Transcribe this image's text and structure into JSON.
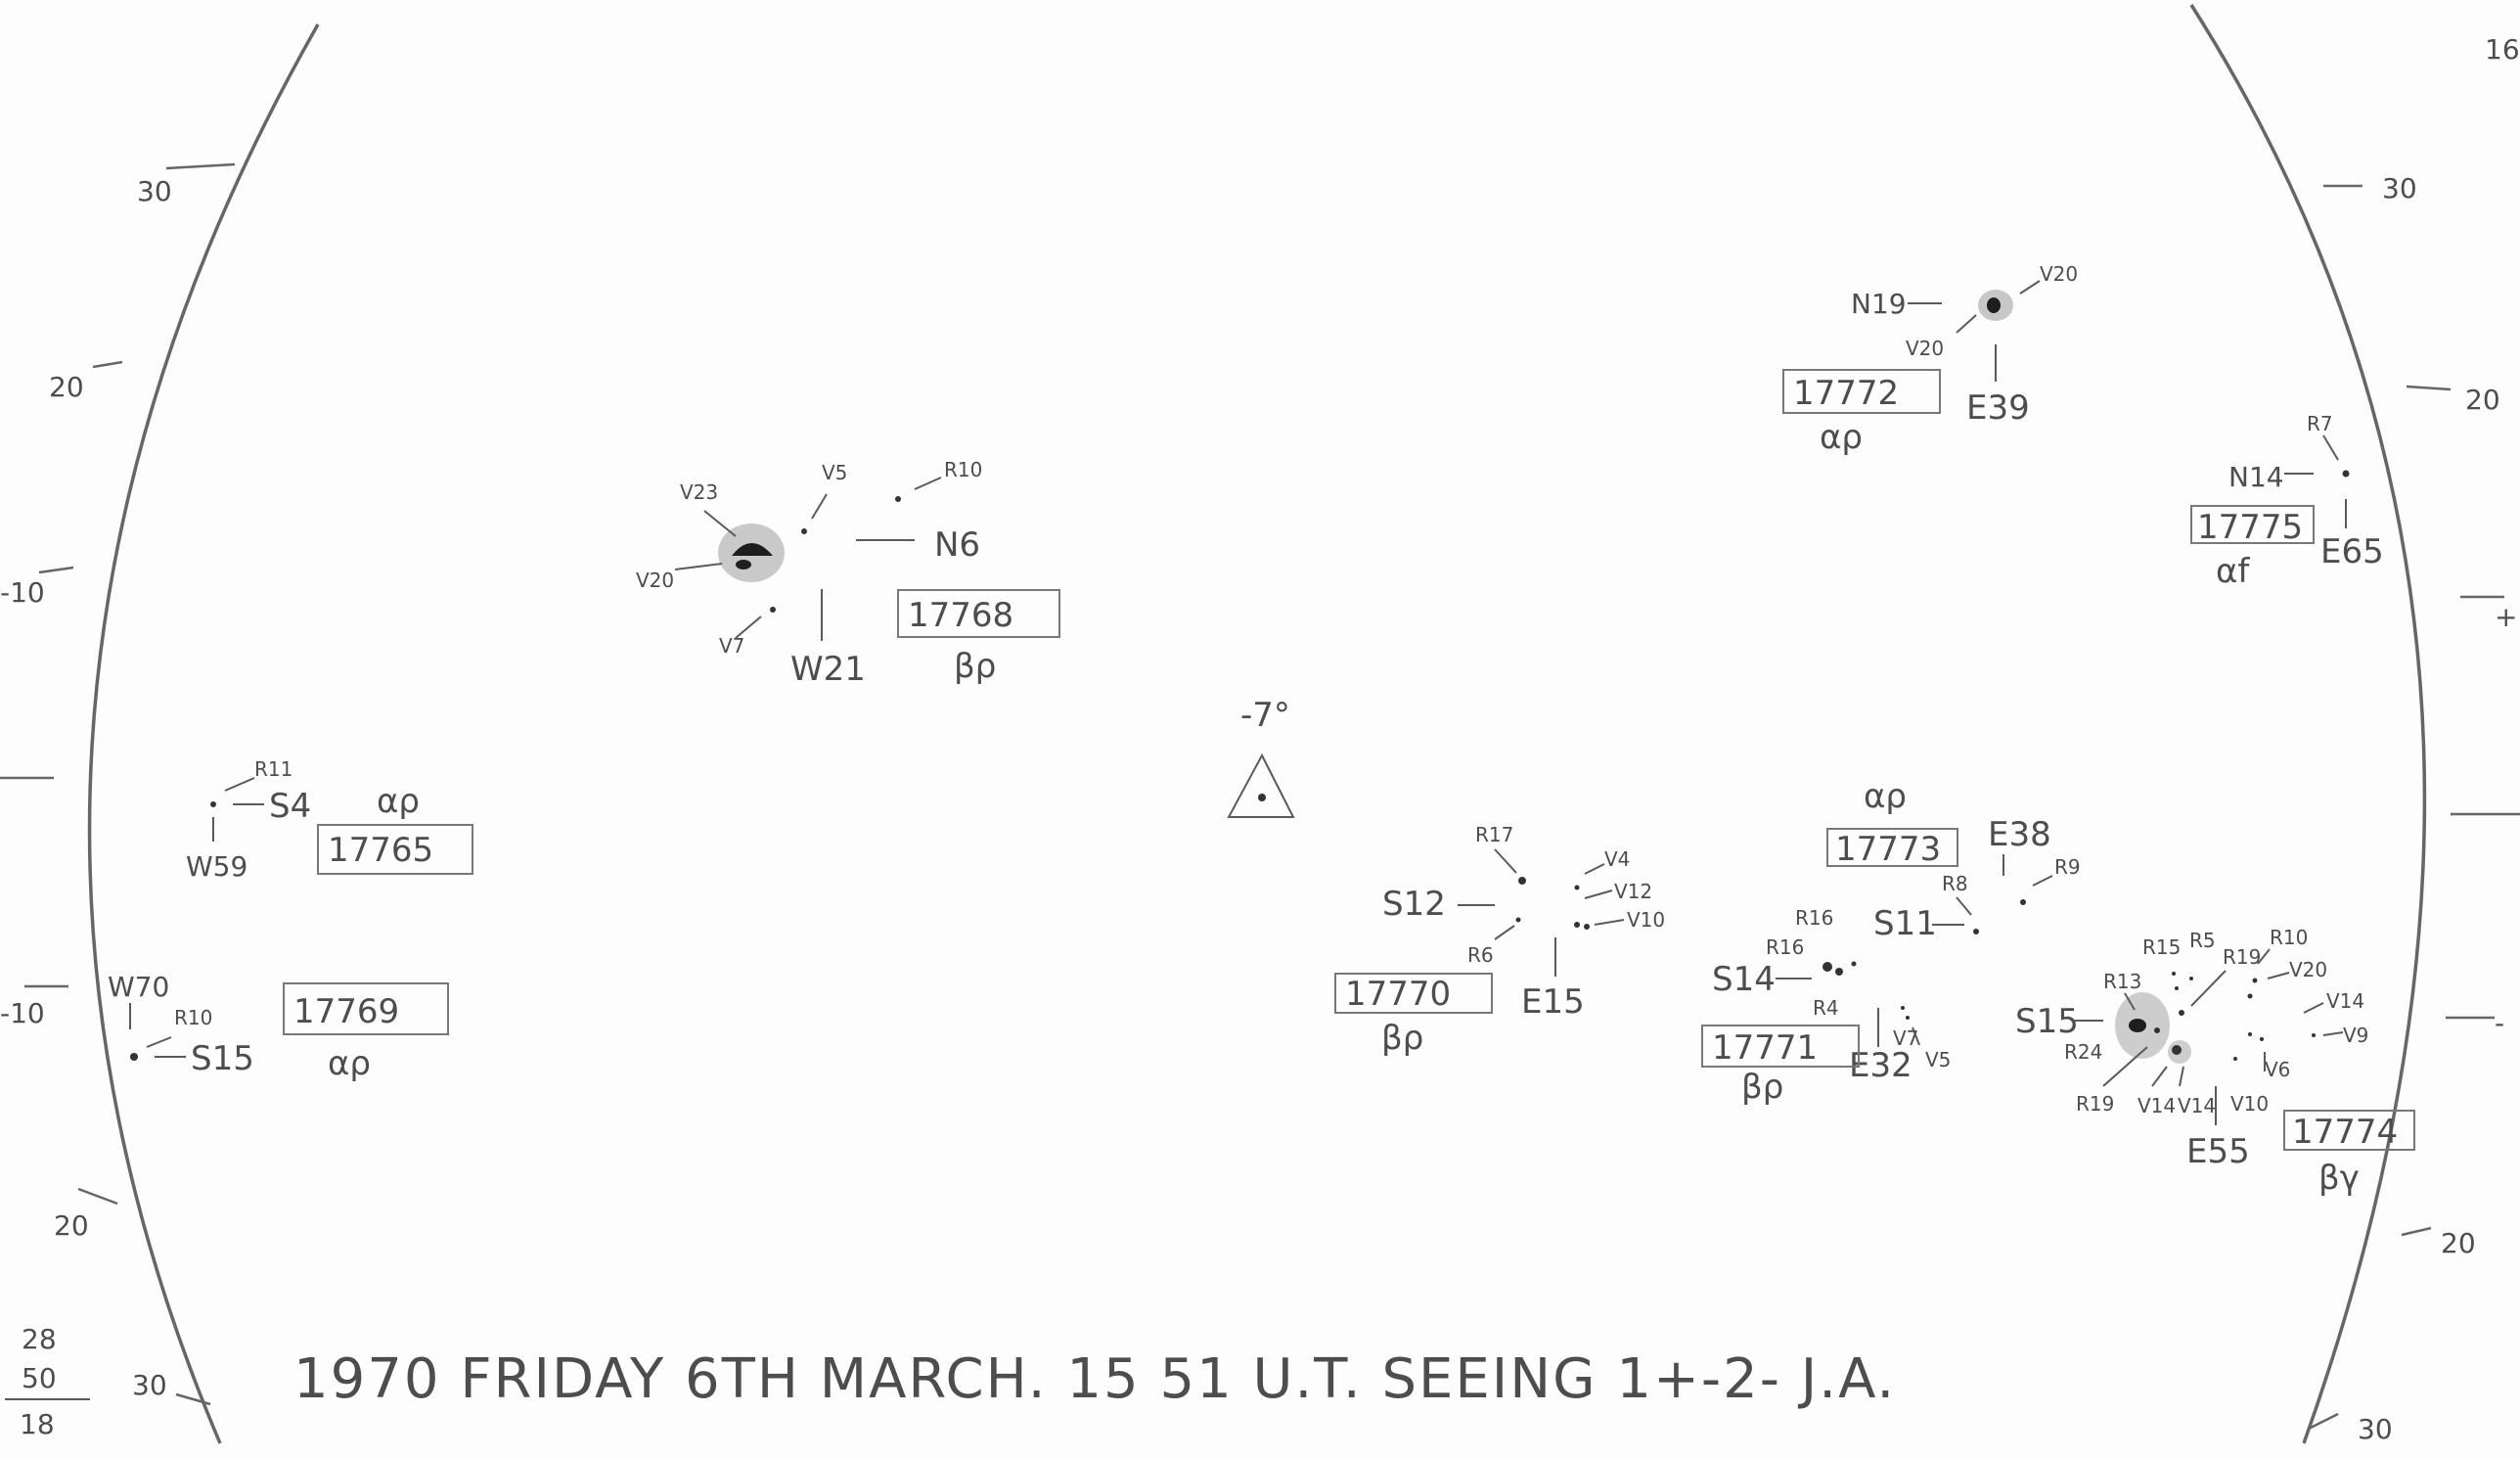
{
  "limb_left_labels": {
    "t1": "30",
    "t2": "20",
    "t3": "-10",
    "t4": "-10",
    "t5": "20",
    "t6": "30"
  },
  "limb_right_labels": {
    "t0": "16",
    "t1": "30",
    "t2": "20",
    "t3": "+",
    "t4": "-",
    "t5": "20",
    "t6": "30"
  },
  "center": {
    "latitude": "-7°"
  },
  "corner_fraction": {
    "top": "28",
    "middle": "50",
    "bottom": "18"
  },
  "footer": {
    "caption": "1970 FRIDAY 6TH MARCH. 15 51 U.T. SEEING 1+-2- J.A."
  },
  "regions": {
    "r17765": {
      "number": "17765",
      "class": "αρ",
      "lat": "S4",
      "lon": "W59",
      "spots": [
        "R11"
      ]
    },
    "r17768": {
      "number": "17768",
      "class": "βρ",
      "lat": "N6",
      "lon": "W21",
      "spots": [
        "V23",
        "V5",
        "R10",
        "V20",
        "V7"
      ]
    },
    "r17769": {
      "number": "17769",
      "class": "αρ",
      "lat": "S15",
      "lon": "W70",
      "spots": [
        "R10"
      ]
    },
    "r17770": {
      "number": "17770",
      "class": "βρ",
      "lat": "S12",
      "lon": "E15",
      "spots": [
        "R17",
        "V4",
        "V12",
        "V10",
        "R6"
      ]
    },
    "r17771": {
      "number": "17771",
      "class": "βρ",
      "lat": "S14",
      "lon": "E32",
      "spots": [
        "R16",
        "R16",
        "R4",
        "V7",
        "V5"
      ]
    },
    "r17772": {
      "number": "17772",
      "class": "αρ",
      "lat": "N19",
      "lon": "E39",
      "spots": [
        "V20",
        "V20"
      ]
    },
    "r17773": {
      "number": "17773",
      "class": "αρ",
      "lat": "S11",
      "lon": "E38",
      "spots": [
        "R8",
        "R9"
      ]
    },
    "r17774": {
      "number": "17774",
      "class": "βγ",
      "lat": "S15",
      "lon": "E55",
      "spots": [
        "R13",
        "R15",
        "R5",
        "R19",
        "R10",
        "V20",
        "V14",
        "V9",
        "R24",
        "V6",
        "R19",
        "V14",
        "V14",
        "V10"
      ]
    },
    "r17775": {
      "number": "17775",
      "class": "αf",
      "lat": "N14",
      "lon": "E65",
      "spots": [
        "R7"
      ]
    }
  }
}
